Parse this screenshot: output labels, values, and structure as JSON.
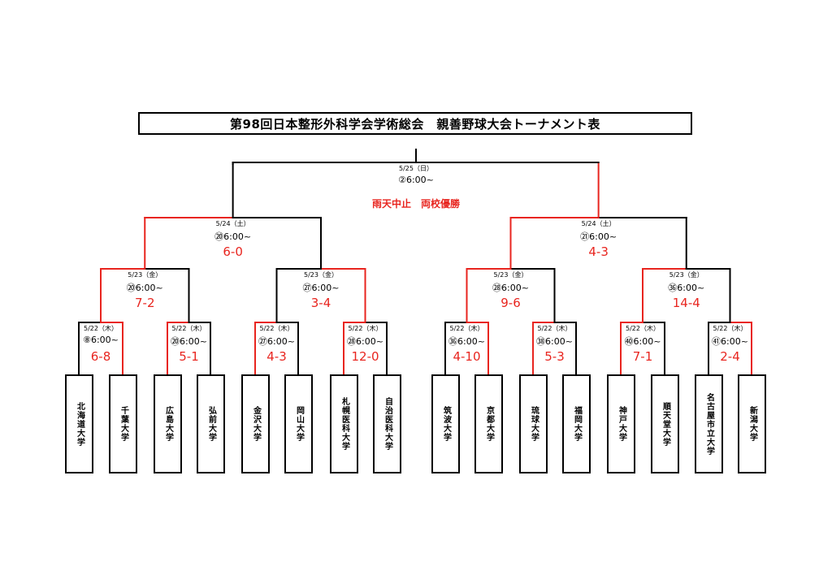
{
  "title": "第98回日本整形外科学会学術総会　親善野球大会トーナメント表",
  "colors": {
    "win": "#e8251f",
    "line": "#000000"
  },
  "teams": [
    "北海道大学",
    "千葉大学",
    "広島大学",
    "弘前大学",
    "金沢大学",
    "岡山大学",
    "札幌医科大学",
    "自治医科大学",
    "筑波大学",
    "京都大学",
    "琉球大学",
    "福岡大学",
    "神戸大学",
    "順天堂大学",
    "名古屋市立大学",
    "新潟大学"
  ],
  "round1": [
    {
      "date": "5/22（木）",
      "time": "⑧6:00~",
      "score": "6-8",
      "winner": "right"
    },
    {
      "date": "5/22（木）",
      "time": "⑳6:00~",
      "score": "5-1",
      "winner": "left"
    },
    {
      "date": "5/22（木）",
      "time": "㉗6:00~",
      "score": "4-3",
      "winner": "left"
    },
    {
      "date": "5/22（木）",
      "time": "㉘6:00~",
      "score": "12-0",
      "winner": "left"
    },
    {
      "date": "5/22（木）",
      "time": "㊱6:00~",
      "score": "4-10",
      "winner": "right"
    },
    {
      "date": "5/22（木）",
      "time": "㊳6:00~",
      "score": "5-3",
      "winner": "left"
    },
    {
      "date": "5/22（木）",
      "time": "㊵6:00~",
      "score": "7-1",
      "winner": "left"
    },
    {
      "date": "5/22（木）",
      "time": "㊶6:00~",
      "score": "2-4",
      "winner": "right"
    }
  ],
  "round2": [
    {
      "date": "5/23（金）",
      "time": "⑳6:00~",
      "score": "7-2",
      "winner": "left"
    },
    {
      "date": "5/23（金）",
      "time": "㉗6:00~",
      "score": "3-4",
      "winner": "right"
    },
    {
      "date": "5/23（金）",
      "time": "㉘6:00~",
      "score": "9-6",
      "winner": "left"
    },
    {
      "date": "5/23（金）",
      "time": "㊱6:00~",
      "score": "14-4",
      "winner": "left"
    }
  ],
  "round3": [
    {
      "date": "5/24（土）",
      "time": "⑳6:00~",
      "score": "6-0",
      "winner": "left"
    },
    {
      "date": "5/24（土）",
      "time": "㉑6:00~",
      "score": "4-3",
      "winner": "left"
    }
  ],
  "final": {
    "date": "5/25（日）",
    "time": "②6:00~",
    "note": "雨天中止　両校優勝"
  }
}
